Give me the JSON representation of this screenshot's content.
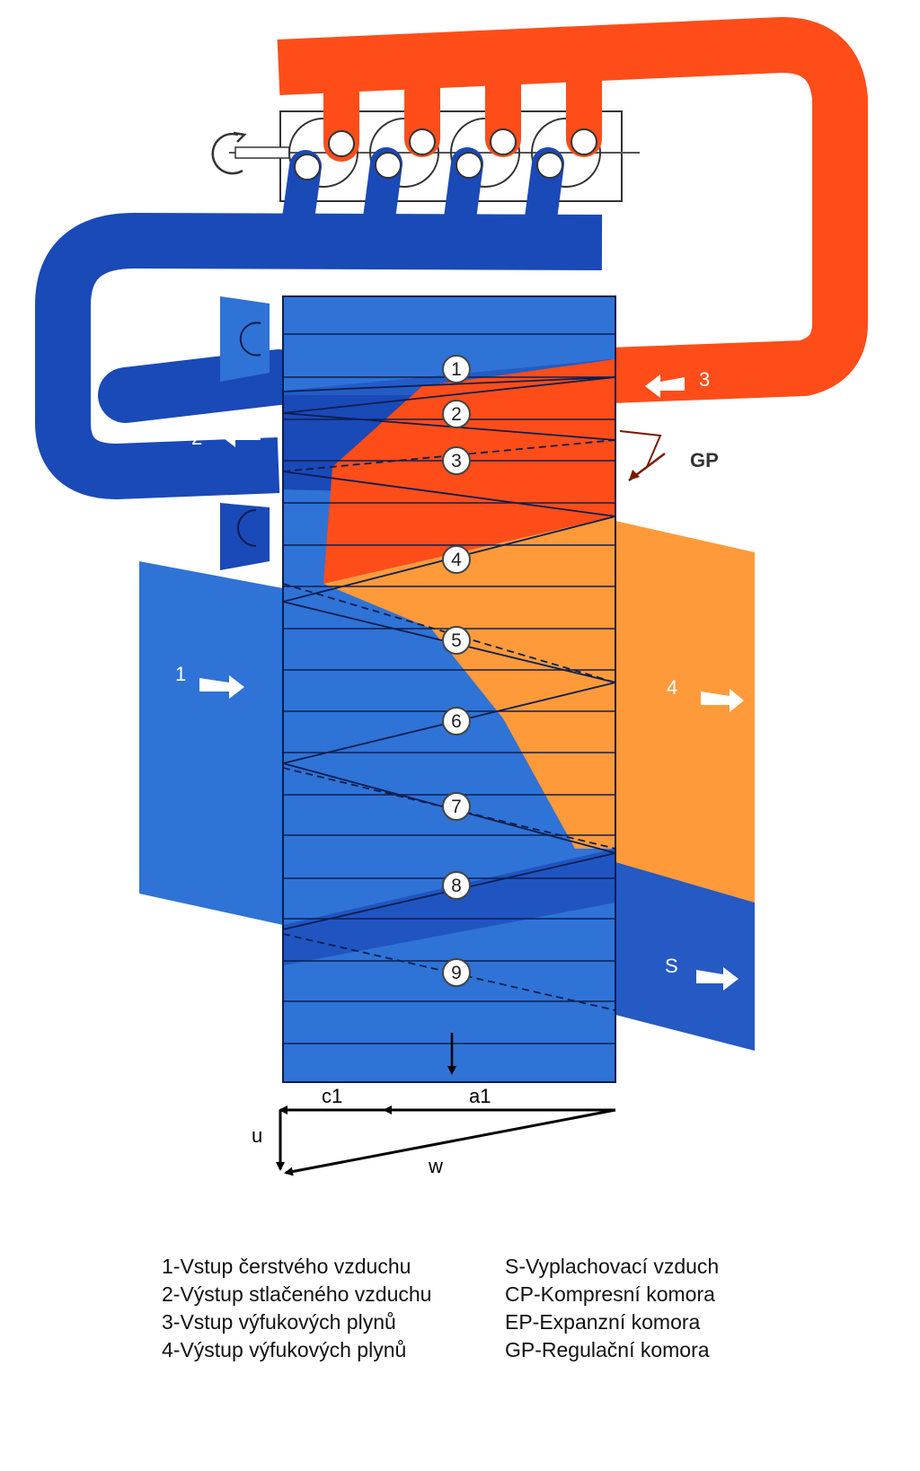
{
  "diagram": {
    "labels": {
      "cp": "CP",
      "ep": "EP",
      "gp": "GP",
      "in1": "1",
      "out2": "2",
      "in3": "3",
      "out4": "4",
      "s": "S"
    },
    "cells": [
      "1",
      "2",
      "3",
      "4",
      "5",
      "6",
      "7",
      "8",
      "9"
    ],
    "vectors": {
      "c1": "c1",
      "a1": "a1",
      "u": "u",
      "w": "w"
    },
    "colors": {
      "fresh_air": "#2f73d6",
      "compressed_air": "#1a49b8",
      "exhaust_hot": "#ff4d1a",
      "exhaust_out": "#ff9a3a",
      "scavenge": "#2559c4"
    }
  },
  "legend": {
    "left": [
      "1-Vstup čerstvého vzduchu",
      "2-Výstup stlačeného vzduchu",
      "3-Vstup výfukových plynů",
      "4-Výstup výfukových plynů"
    ],
    "right": [
      "S-Vyplachovací vzduch",
      "CP-Kompresní komora",
      "EP-Expanzní komora",
      "GP-Regulační komora"
    ]
  }
}
